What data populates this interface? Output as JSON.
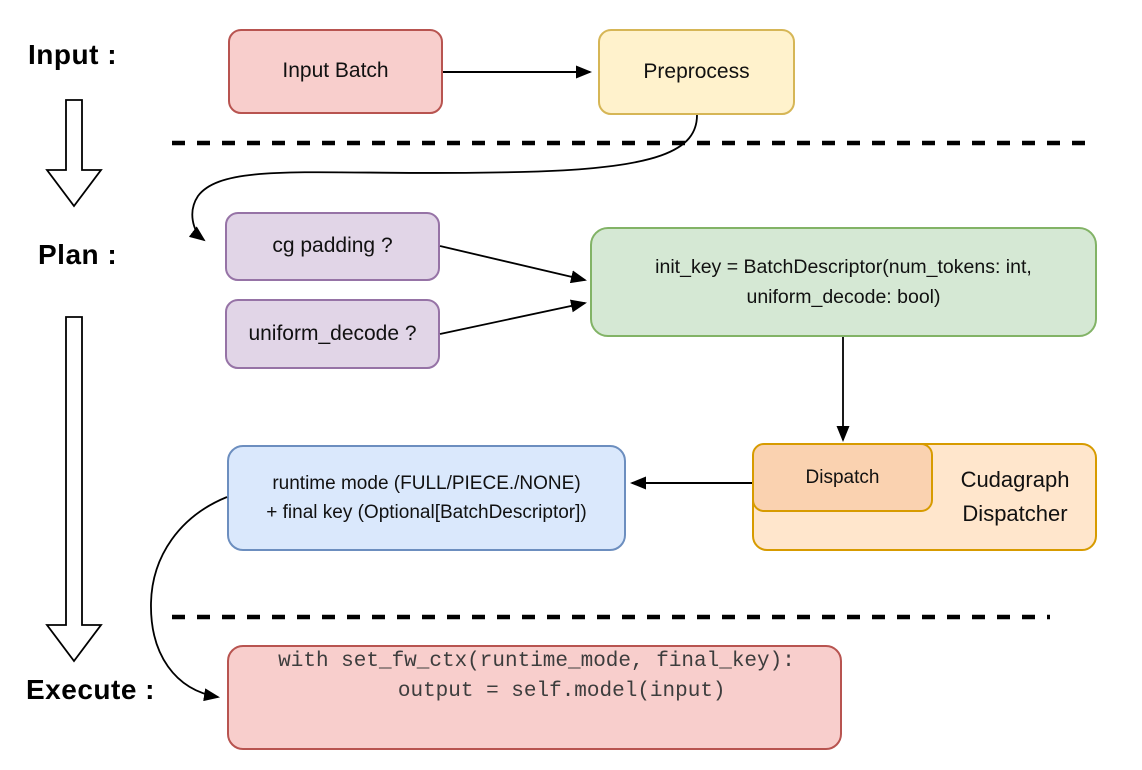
{
  "stages": {
    "input_label": "Input :",
    "plan_label": "Plan :",
    "execute_label": "Execute :"
  },
  "nodes": {
    "input_batch": {
      "label": "Input Batch",
      "fill": "#F8CECC",
      "stroke": "#B85450"
    },
    "preprocess": {
      "label": "Preprocess",
      "fill": "#FFF2CC",
      "stroke": "#D6B656"
    },
    "cg_padding": {
      "label": "cg padding ?",
      "fill": "#E1D5E7",
      "stroke": "#9673A6"
    },
    "uniform_decode": {
      "label": "uniform_decode ?",
      "fill": "#E1D5E7",
      "stroke": "#9673A6"
    },
    "init_key": {
      "line1": "init_key = BatchDescriptor(num_tokens: int,",
      "line2": "uniform_decode: bool)",
      "fill": "#D5E8D4",
      "stroke": "#82B366"
    },
    "dispatch": {
      "label": "Dispatch",
      "fill": "#FAD2B0",
      "stroke": "#D79B00"
    },
    "cudagraph_dispatcher": {
      "line1": "Cudagraph",
      "line2": "Dispatcher",
      "fill": "#FFE6CC",
      "stroke": "#D79B00"
    },
    "runtime_result": {
      "line1": "runtime mode (FULL/PIECE./NONE)",
      "line2": "+ final key (Optional[BatchDescriptor])",
      "fill": "#DAE8FC",
      "stroke": "#6C8EBF"
    },
    "execute_code": {
      "line1": "with set_fw_ctx(runtime_mode, final_key):",
      "line2": "    output = self.model(input)",
      "fill": "#F8CECC",
      "stroke": "#B85450",
      "text_color": "#3d3d3d"
    }
  },
  "connector_color": "#000000",
  "separator_color": "#000000"
}
